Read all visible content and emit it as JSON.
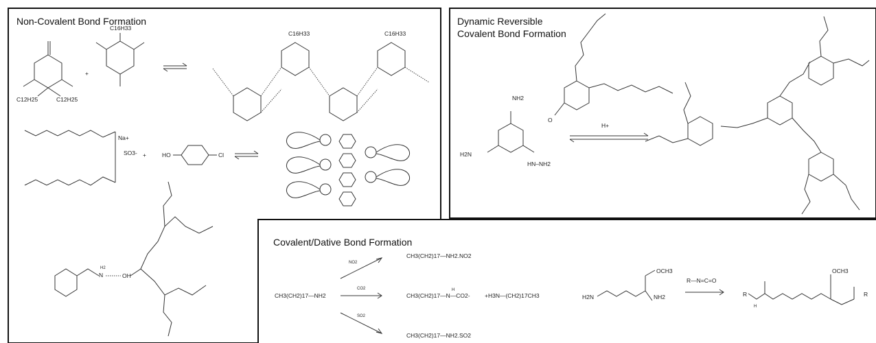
{
  "panels": {
    "noncovalent": {
      "title": "Non-Covalent Bond Formation",
      "labels": {
        "c12h25_a": "C12H25",
        "c12h25_b": "C12H25",
        "c16h33": "C16H33",
        "c16h33_b": "C16H33",
        "c16h33_c": "C16H33",
        "plus1": "+",
        "plus2": "+",
        "na": "Na+",
        "so3": "SO3-",
        "ho": "HO",
        "cl": "Cl",
        "oh": "OH",
        "nh_h2": "H2",
        "n": "N"
      }
    },
    "dynamic": {
      "title_line1": "Dynamic Reversible",
      "title_line2": "Covalent Bond Formation",
      "labels": {
        "hplus": "H+",
        "nh2": "NH2",
        "h2n": "H2N",
        "hn_nh2": "HN–NH2",
        "o": "O"
      }
    },
    "covalent": {
      "title": "Covalent/Dative Bond Formation",
      "labels": {
        "amine": "CH3(CH2)17—NH2",
        "no2": "NO2",
        "co2": "CO2",
        "so2": "SO2",
        "p_no2": "CH3(CH2)17—NH2.NO2",
        "p_co2": "CH3(CH2)17—N—CO2-",
        "p_co2_h": "H",
        "p_cation": "+H3N—(CH2)17CH3",
        "p_so2": "CH3(CH2)17—NH2.SO2",
        "isocyanate": "R—N=C=O",
        "och3": "OCH3",
        "h2n": "H2N",
        "nh2": "NH2",
        "r": "R",
        "h": "H"
      }
    }
  }
}
